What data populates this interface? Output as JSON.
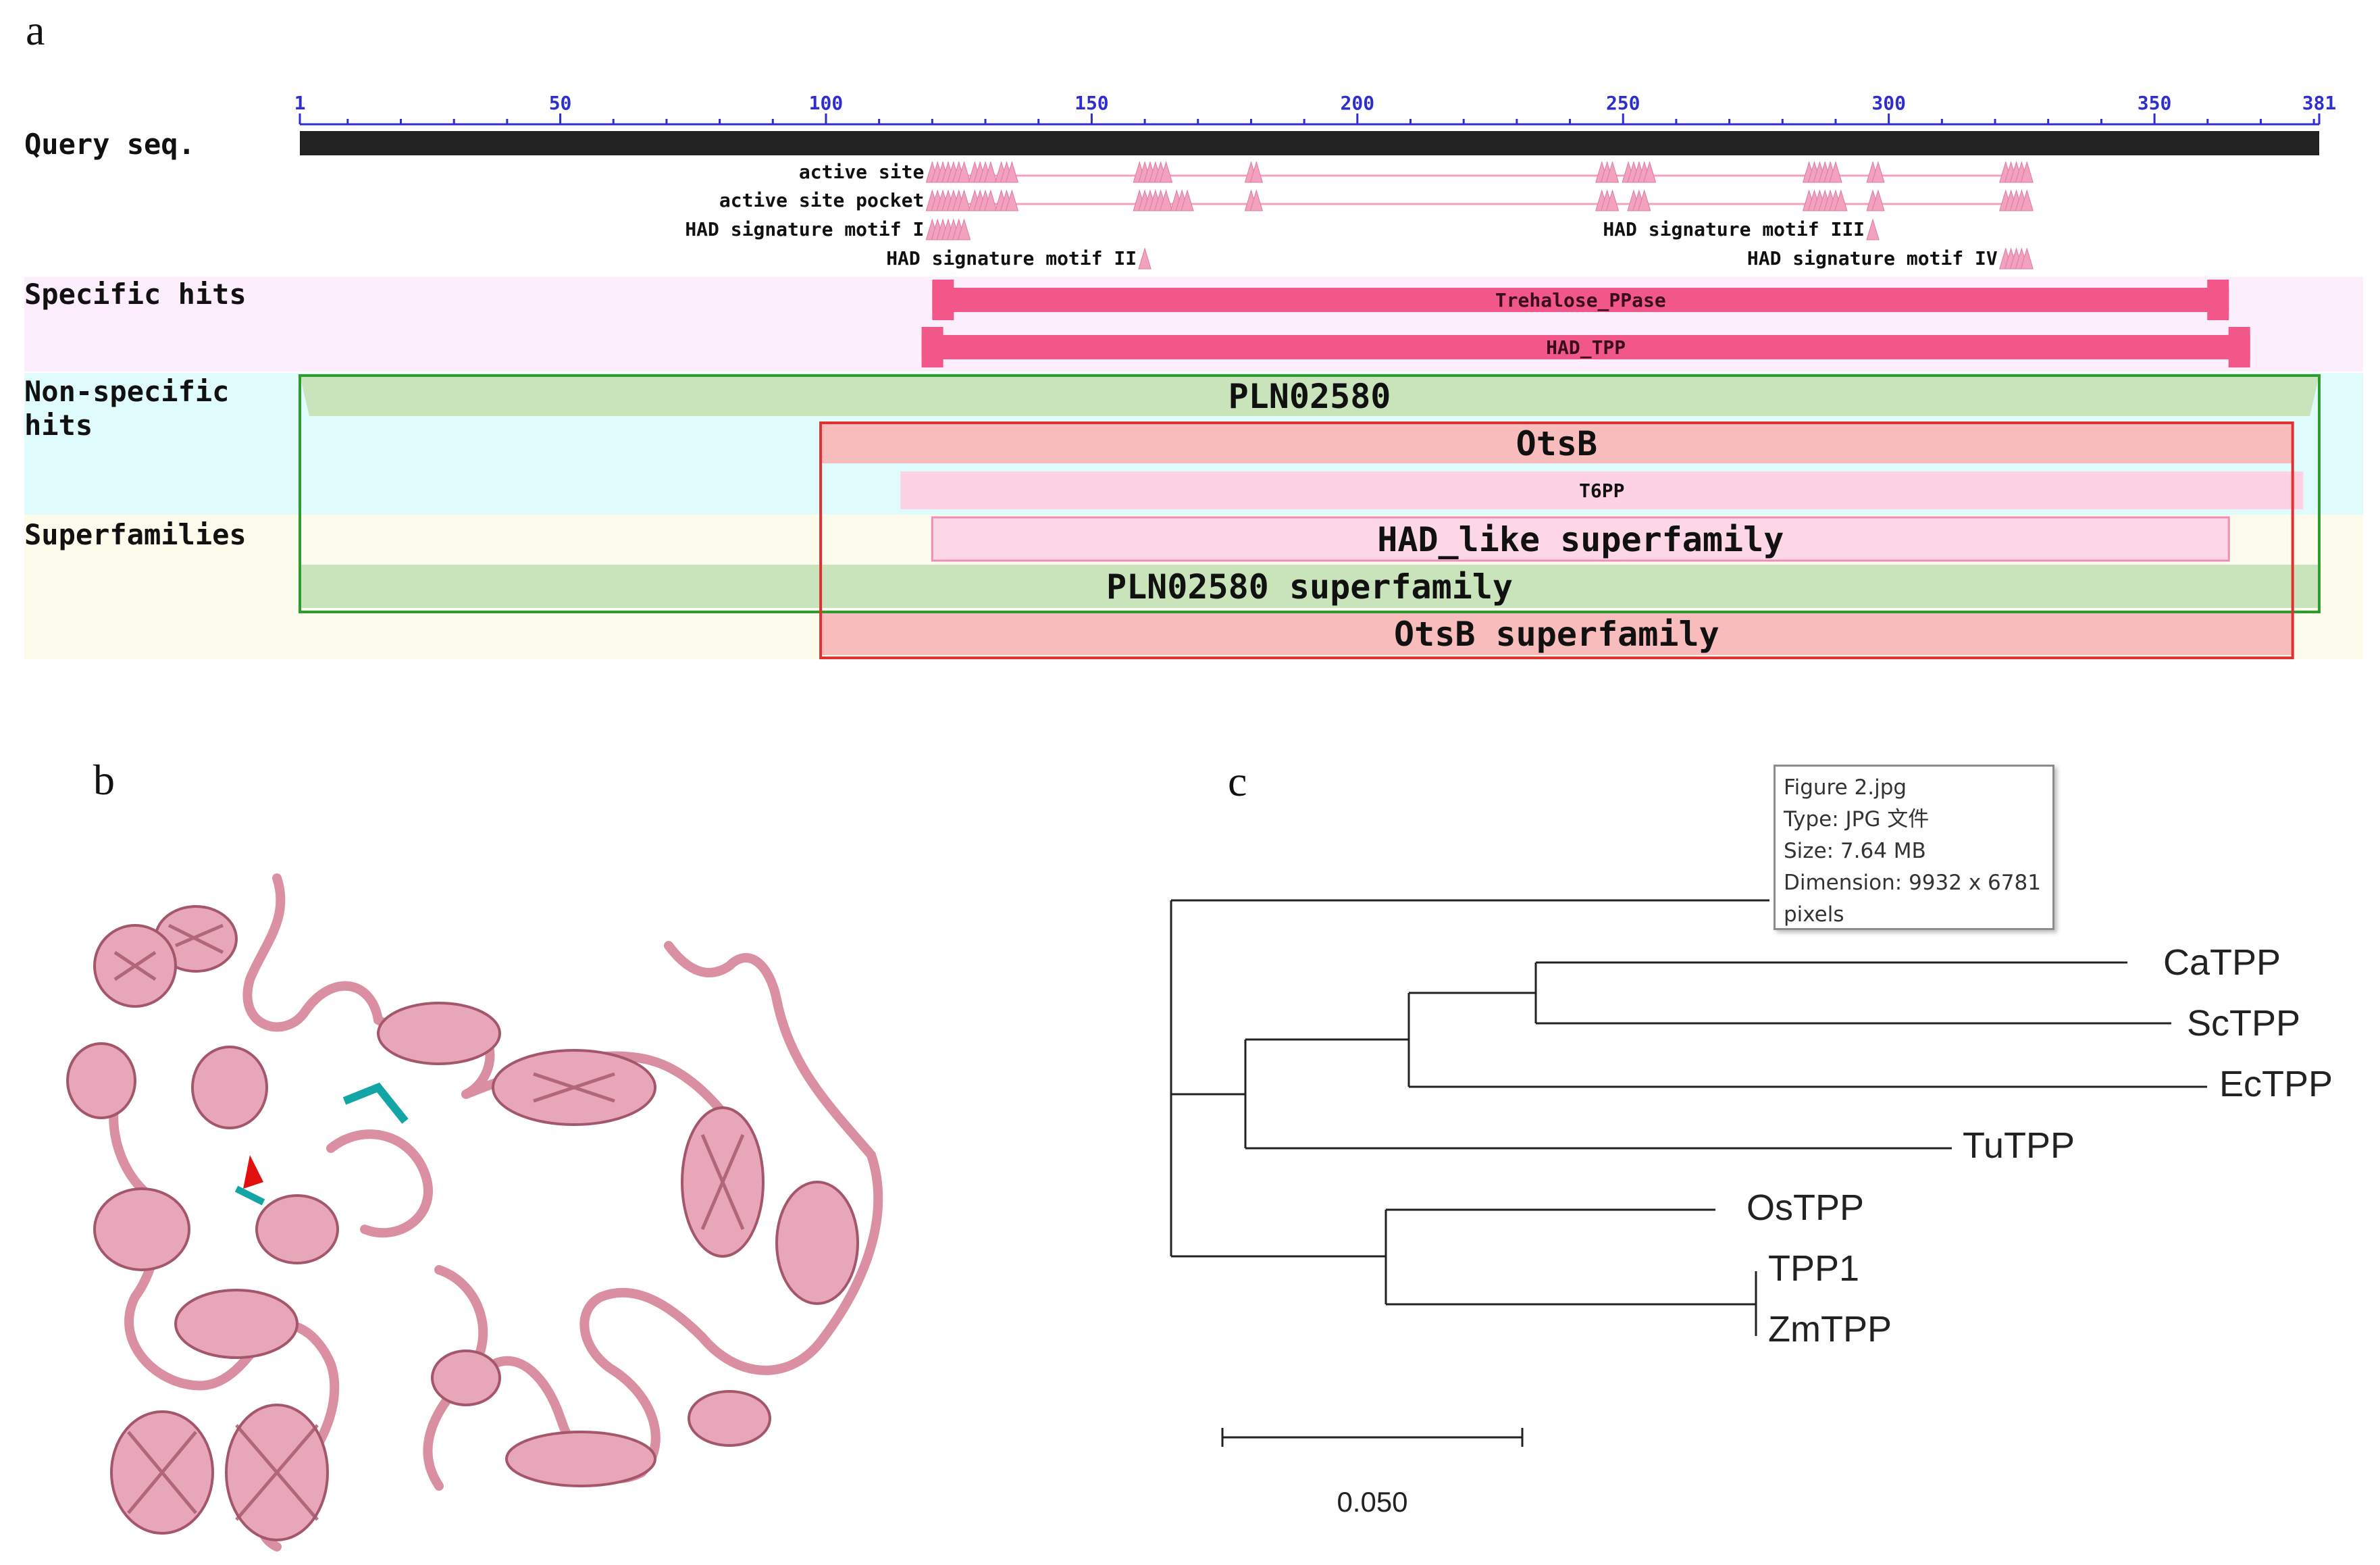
{
  "panels": {
    "a": "a",
    "b": "b",
    "c": "c"
  },
  "domain_panel": {
    "ruler": {
      "ticks": [
        1,
        50,
        100,
        150,
        200,
        250,
        300,
        350,
        381
      ],
      "min": 1,
      "max": 381
    },
    "query_label": "Query seq.",
    "feature_rows": [
      {
        "label": "active site",
        "sites": [
          120,
          121,
          122,
          123,
          124,
          125,
          126,
          128,
          129,
          130,
          131,
          133,
          134,
          135,
          159,
          160,
          161,
          162,
          163,
          164,
          180,
          181,
          246,
          247,
          248,
          251,
          252,
          253,
          254,
          255,
          285,
          286,
          287,
          288,
          289,
          290,
          297,
          298,
          322,
          323,
          324,
          325,
          326
        ]
      },
      {
        "label": "active site pocket",
        "sites": [
          120,
          121,
          122,
          123,
          124,
          125,
          126,
          128,
          129,
          130,
          131,
          133,
          134,
          135,
          159,
          160,
          161,
          162,
          163,
          164,
          166,
          167,
          168,
          180,
          181,
          246,
          247,
          248,
          252,
          253,
          254,
          285,
          286,
          287,
          288,
          289,
          290,
          291,
          297,
          298,
          322,
          323,
          324,
          325,
          326
        ]
      },
      {
        "label": "HAD signature motif I",
        "sites": [
          120,
          121,
          122,
          123,
          124,
          125,
          126
        ]
      },
      {
        "label": "HAD signature motif II",
        "sites": [
          160
        ]
      },
      {
        "label": "HAD signature motif III",
        "sites": [
          297
        ]
      },
      {
        "label": "HAD signature motif IV",
        "sites": [
          322,
          323,
          324,
          325,
          326
        ]
      }
    ],
    "sections": {
      "specific": "Specific hits",
      "nonspecific": "Non-specific hits",
      "superfamilies": "Superfamilies"
    },
    "specific_hits": [
      {
        "name": "Trehalose_PPase",
        "start": 120,
        "end": 364
      },
      {
        "name": "HAD_TPP",
        "start": 118,
        "end": 368
      }
    ],
    "nonspecific_hits": [
      {
        "name": "PLN02580",
        "start": 1,
        "end": 381
      },
      {
        "name": "OtsB",
        "start": 99,
        "end": 376
      },
      {
        "name": "T6PP",
        "start": 114,
        "end": 378
      }
    ],
    "superfamily_hits": [
      {
        "name": "HAD_like superfamily",
        "start": 120,
        "end": 364
      },
      {
        "name": "PLN02580 superfamily",
        "start": 1,
        "end": 381
      },
      {
        "name": "OtsB superfamily",
        "start": 99,
        "end": 376
      }
    ],
    "colors": {
      "query_bar": "#222222",
      "ruler_text": "#2e2ecc",
      "specific_bg": "#fdeefd",
      "nonspecific_bg": "#e0fbfb",
      "superfamily_bg": "#fcfbec",
      "specific_hit": "#f2578a",
      "site_marker": "#f2a1be",
      "pln": "#c9e4bb",
      "otsb": "#f8bcbc",
      "t6pp": "#fdd3e4",
      "had_like": "#fdd7e6",
      "green_box": "#2f9a2f",
      "red_box": "#e03030"
    }
  },
  "tooltip": {
    "lines": [
      "Figure 2.jpg",
      "Type: JPG 文件",
      "Size: 7.64 MB",
      "Dimension: 9932 x 6781",
      "pixels"
    ]
  },
  "structure_panel": {
    "color": "#e8a7b8",
    "highlight_colors": [
      "#12a5a5",
      "#e01010"
    ]
  },
  "tree": {
    "leaves": [
      "CaTPP",
      "ScTPP",
      "EcTPP",
      "TuTPP",
      "OsTPP",
      "TPP1",
      "ZmTPP"
    ],
    "scale_label": "0.050"
  }
}
